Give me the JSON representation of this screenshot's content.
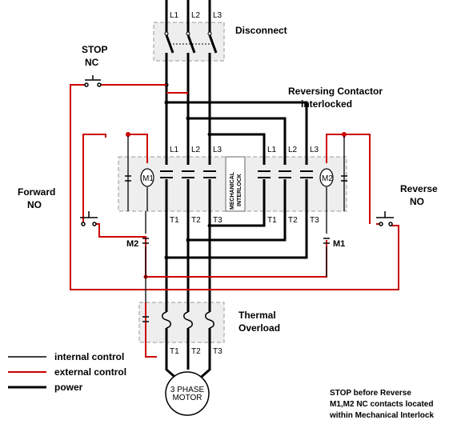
{
  "labels": {
    "disconnect": "Disconnect",
    "stop_line1": "STOP",
    "stop_line2": "NC",
    "reversing_line1": "Reversing Contactor",
    "reversing_line2": "interlocked",
    "forward_line1": "Forward",
    "forward_line2": "NO",
    "reverse_line1": "Reverse",
    "reverse_line2": "NO",
    "thermal_line1": "Thermal",
    "thermal_line2": "Overload",
    "mech_line1": "MECHANICAL",
    "mech_line2": "INTERLOCK",
    "motor_line1": "3 PHASE",
    "motor_line2": "MOTOR",
    "coil_m1": "M1",
    "coil_m2": "M2",
    "aux_m2": "M2",
    "aux_m1": "M1",
    "note_line1": "STOP before Reverse",
    "note_line2": "M1,M2 NC contacts located",
    "note_line3": "within Mechanical Interlock"
  },
  "terminals": {
    "top": [
      "L1",
      "L2",
      "L3"
    ],
    "forward_line": [
      "L1",
      "L2",
      "L3"
    ],
    "forward_load": [
      "T1",
      "T2",
      "T3"
    ],
    "reverse_line": [
      "L1",
      "L2",
      "L3"
    ],
    "reverse_load": [
      "T1",
      "T2",
      "T3"
    ],
    "overload_out": [
      "T1",
      "T2",
      "T3"
    ]
  },
  "legend": [
    {
      "label": "internal control",
      "color": "#000000",
      "style": "thin"
    },
    {
      "label": "external control",
      "color": "#cc0000",
      "style": "thin"
    },
    {
      "label": "power",
      "color": "#000000",
      "style": "thick"
    }
  ]
}
